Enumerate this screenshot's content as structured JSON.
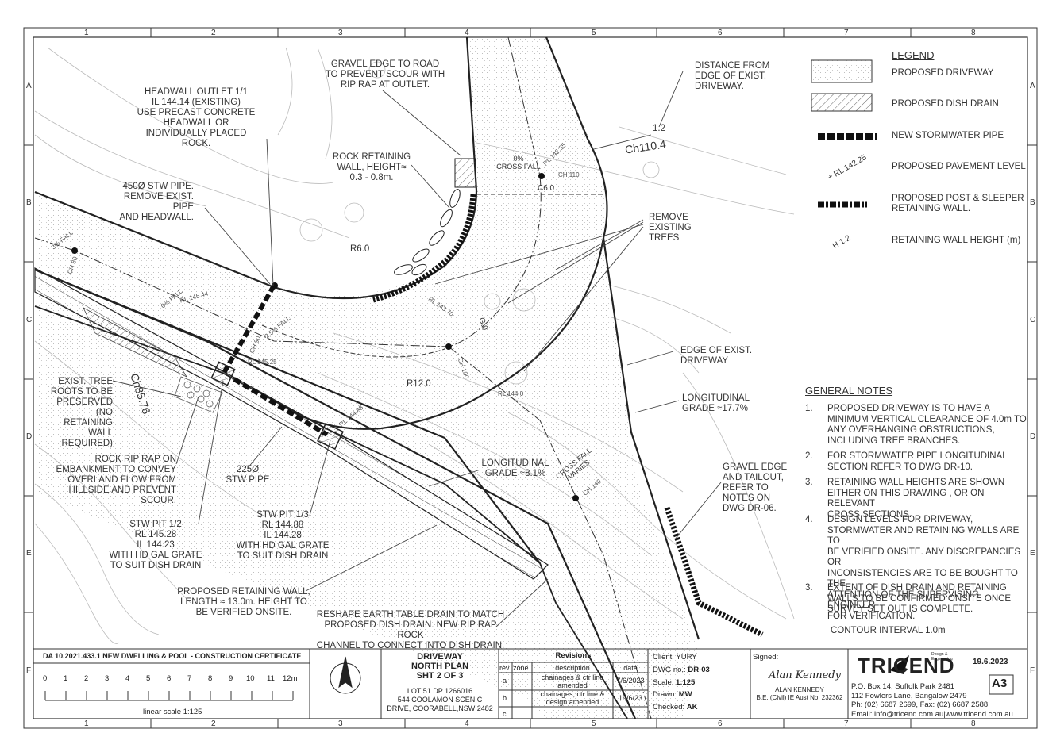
{
  "grid": {
    "cols": [
      "1",
      "2",
      "3",
      "4",
      "5",
      "6",
      "7",
      "8"
    ],
    "rows": [
      "A",
      "B",
      "C",
      "D",
      "E",
      "F"
    ]
  },
  "legend": {
    "title": "LEGEND",
    "items": [
      {
        "label": "PROPOSED DRIVEWAY"
      },
      {
        "label": "PROPOSED DISH DRAIN"
      },
      {
        "label": "NEW STORMWATER PIPE"
      },
      {
        "label": "PROPOSED PAVEMENT LEVEL",
        "symbol": "+ RL 142.25"
      },
      {
        "label": "PROPOSED POST & SLEEPER\nRETAINING WALL."
      },
      {
        "label": "RETAINING WALL HEIGHT (m)",
        "symbol": "H 1.2"
      }
    ]
  },
  "general_notes": {
    "title": "GENERAL NOTES",
    "items": [
      {
        "n": "1.",
        "text": "PROPOSED DRIVEWAY IS TO HAVE A\nMINIMUM VERTICAL CLEARANCE OF 4.0m TO\nANY OVERHANGING OBSTRUCTIONS,\nINCLUDING TREE BRANCHES."
      },
      {
        "n": "2.",
        "text": "FOR STORMWATER PIPE LONGITUDINAL\nSECTION REFER TO DWG DR-10."
      },
      {
        "n": "3.",
        "text": "RETAINING WALL HEIGHTS ARE SHOWN\nEITHER ON THIS DRAWING , OR ON RELEVANT\nCROSS SECTIONS."
      },
      {
        "n": "4.",
        "text": "DESIGN LEVELS FOR DRIVEWAY,\nSTORMWATER AND RETAINING WALLS ARE TO\nBE VERIFIED ONSITE. ANY DISCREPANCIES OR\nINCONSISTENCIES ARE TO BE BOUGHT TO THE\nATTENTION OF THE SUPERVISING  ENGINEER\nFOR VERIFICATION."
      },
      {
        "n": "3.",
        "text": "EXTENT OF DISH DRAIN AND RETAINING\nWALLS TO BE CONFIRMED ONSITE ONCE\nSURVEY SET OUT IS COMPLETE."
      }
    ],
    "contour": "CONTOUR INTERVAL 1.0m"
  },
  "annotations": {
    "gravel_edge_road": "GRAVEL EDGE TO ROAD\nTO PREVENT SCOUR WITH\nRIP RAP AT OUTLET.",
    "headwall_outlet": "HEADWALL OUTLET 1/1\nIL 144.14 (EXISTING)\nUSE PRECAST CONCRETE\nHEADWALL OR\nINDIVIDUALLY PLACED ROCK.",
    "stw_pipe_450": "450Ø STW PIPE.\nREMOVE EXIST. PIPE\nAND HEADWALL.",
    "rock_wall": "ROCK RETAINING\nWALL, HEIGHT≈\n0.3 - 0.8m.",
    "distance_edge": "DISTANCE FROM\nEDGE OF EXIST.\nDRIVEWAY.",
    "remove_trees": "REMOVE\nEXISTING\nTREES",
    "edge_exist_driveway": "EDGE OF EXIST.\nDRIVEWAY",
    "long_grade_17": "LONGITUDINAL\nGRADE ≈17.7%",
    "long_grade_8": "LONGITUDINAL\nGRADE ≈8.1%",
    "gravel_tailout": "GRAVEL EDGE\nAND TAILOUT,\nREFER TO\nNOTES ON\nDWG DR-06.",
    "tree_roots": "EXIST. TREE\nROOTS TO BE\nPRESERVED (NO\nRETAINING WALL\nREQUIRED)",
    "rip_rap": "ROCK RIP RAP ON\nEMBANKMENT TO CONVEY\nOVERLAND FLOW FROM\nHILLSIDE AND PREVENT SCOUR.",
    "stw_pipe_225": "225Ø\nSTW PIPE",
    "stw_pit_12": "STW PIT 1/2\nRL 145.28\nIL 144.23\nWITH HD GAL GRATE\nTO SUIT DISH DRAIN",
    "stw_pit_13": "STW PIT 1/3\nRL 144.88\nIL 144.28\nWITH HD GAL GRATE\nTO SUIT DISH DRAIN",
    "prop_ret_wall": "PROPOSED RETAINING WALL,\nLENGTH ≈ 13.0m. HEIGHT TO\nBE VERIFIED ONSITE.",
    "reshape": "RESHAPE EARTH TABLE DRAIN TO MATCH\nPROPOSED DISH DRAIN. NEW RIP RAP ROCK\nCHANNEL TO CONNECT INTO DISH DRAIN.",
    "ch110_4": "Ch110.4",
    "ch85_76": "Ch85.76",
    "r60": "R6.0",
    "r120": "R12.0",
    "h12": "1.2",
    "ch110": "CH 110",
    "ch100": "CH 100",
    "ch90": "CH 90",
    "ch80": "CH 80",
    "ch140": "CH 140",
    "cross_fall": "0%\nCROSS FALL",
    "cross_fall_varies": "CROSS FALL\nVARIES",
    "rl_142_35": "RL 142.35",
    "rl_143_70": "RL 143.70",
    "rl_144_0": "RL 144.0",
    "rl_145_25": "RL 145.25",
    "rl_145_44": "RL 145.44",
    "rl_144_88": "RL 144.88",
    "fall_25": "2.5% FALL",
    "fall_3": "3% FALL",
    "fall_0": "0% FALL",
    "c60a": "C6.0",
    "c60b": "G.0"
  },
  "titleblock": {
    "da": "DA 10.2021.433.1 NEW DWELLING & POOL - CONSTRUCTION CERTIFICATE",
    "scale_ticks": [
      "0",
      "1",
      "2",
      "3",
      "4",
      "5",
      "6",
      "7",
      "8",
      "9",
      "10",
      "11",
      "12m"
    ],
    "scale_caption": "linear scale 1:125",
    "title": "DRIVEWAY\nNORTH PLAN\nSHT 2 OF 3",
    "lot": "LOT 51 DP 1266016\n544 COOLAMON SCENIC\nDRIVE, COORABELL,NSW 2482",
    "revisions": {
      "title": "Revisions",
      "head": [
        "rev",
        "zone",
        "description",
        "date"
      ],
      "rows": [
        {
          "rev": "a",
          "desc": "chainages & ctr line\namended",
          "date": "7/6/2023"
        },
        {
          "rev": "b",
          "desc": "chainages, ctr line  &\ndesign amended",
          "date": "19/6/23"
        },
        {
          "rev": "c",
          "desc": "",
          "date": ""
        }
      ]
    },
    "client": "Client: YURY",
    "dwg_label": "DWG no.:",
    "dwg": "DR-03",
    "scale_label": "Scale:",
    "scale": "1:125",
    "drawn_label": "Drawn:",
    "drawn": "MW",
    "checked_label": "Checked:",
    "checked": "AK",
    "signed": "Signed:",
    "signature": "Alan Kennedy",
    "engineer": "ALAN KENNEDY\nB.E. (Civil) IE Aust No. 232362",
    "company": "TRICEND",
    "tagline": "Design &\nEngineering",
    "date": "19.6.2023",
    "sheet": "A3",
    "address": "P.O. Box 14, Suffolk Park 2481\n112 Fowlers Lane, Bangalow 2479\nPh: (02) 6687 2699, Fax: (02) 6687 2588\nEmail: info@tricend.com.au|www.tricend.com.au"
  }
}
